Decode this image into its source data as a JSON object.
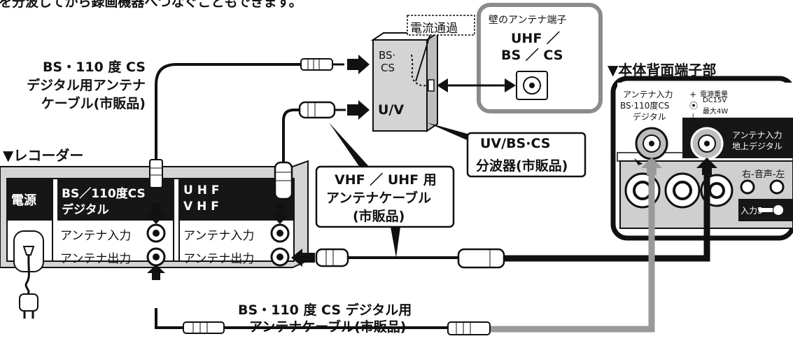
{
  "top_text": "を分波してから録画機器へつなぐこともできます。",
  "current_pass_label": "電流通過",
  "wall_box": {
    "title": "壁のアンテナ端子",
    "line1": "UHF ／",
    "line2": "BS ／ CS"
  },
  "splitter": {
    "port_bs": "BS·",
    "port_cs": "CS",
    "port_uv": "U/V"
  },
  "splitter_label": [
    "UV/BS·CS",
    "分波器(市販品)"
  ],
  "bs_cable_top": [
    "BS・110 度 CS",
    "デジタル用アンテナ",
    "ケーブル(市販品)"
  ],
  "vhf_callout": [
    "VHF ／ UHF 用",
    "アンテナケーブル",
    "(市販品)"
  ],
  "bs_cable_bottom": [
    "BS・110 度 CS デジタル用",
    "アンテナケーブル(市販品)"
  ],
  "recorder": {
    "title": "▼レコーダー",
    "power": "電源",
    "bs_head": [
      "BS／110度CS",
      "デジタル"
    ],
    "uv_head": [
      "U H F",
      "V H F"
    ],
    "in1": "アンテナ入力",
    "out1": "アンテナ出力",
    "in2": "アンテナ入力",
    "out2": "アンテナ出力"
  },
  "tv": {
    "title": "▼本体背面端子部",
    "bs_port": [
      "アンテナ入力",
      "BS·110度CS",
      "デジタル"
    ],
    "power_spec": [
      "電源重量",
      "DC15V",
      "最大4W"
    ],
    "terrestrial_port": [
      "アンテナ入力",
      "地上デジタル"
    ],
    "audio_label": "右-音声-左",
    "input_label": "入力5"
  }
}
